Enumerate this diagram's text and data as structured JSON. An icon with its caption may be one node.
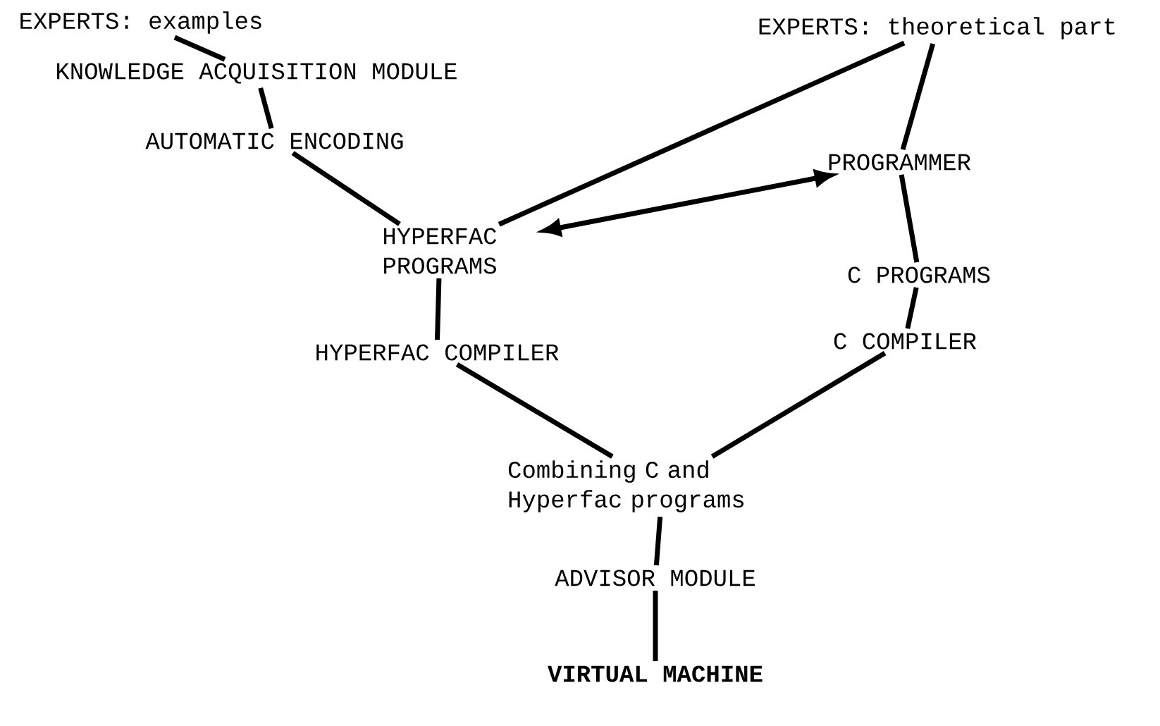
{
  "diagram": {
    "nodes": [
      {
        "text": [
          "EXPERTS: examples"
        ]
      },
      {
        "text": [
          "KNOWLEDGE ACQUISITION MODULE"
        ]
      },
      {
        "text": [
          "AUTOMATIC ENCODING"
        ]
      },
      {
        "text": [
          "EXPERTS: theoretical part"
        ]
      },
      {
        "text": [
          "PROGRAMMER"
        ]
      },
      {
        "text": [
          "HYPERFAC PROGRAMS"
        ]
      },
      {
        "text": [
          "C PROGRAMS"
        ]
      },
      {
        "text": [
          "HYPERFAC COMPILER"
        ]
      },
      {
        "text": [
          "C COMPILER"
        ]
      },
      {
        "text": [
          "Combining C and Hyperfac programs"
        ]
      },
      {
        "text": [
          "ADVISOR MODULE"
        ]
      },
      {
        "text": [
          "VIRTUAL MACHINE"
        ]
      }
    ],
    "edges": [
      {
        "from": 0,
        "to": 1,
        "arrow": "none"
      },
      {
        "from": 1,
        "to": 2,
        "arrow": "none"
      },
      {
        "from": 2,
        "to": 5,
        "arrow": "none"
      },
      {
        "from": 3,
        "to": 5,
        "arrow": "none"
      },
      {
        "from": 4,
        "to": 5,
        "arrow": "both"
      },
      {
        "from": 3,
        "to": 4,
        "arrow": "none"
      },
      {
        "from": 4,
        "to": 6,
        "arrow": "none"
      },
      {
        "from": 6,
        "to": 8,
        "arrow": "none"
      },
      {
        "from": 5,
        "to": 7,
        "arrow": "none"
      },
      {
        "from": 7,
        "to": 9,
        "arrow": "none"
      },
      {
        "from": 8,
        "to": 9,
        "arrow": "none"
      },
      {
        "from": 9,
        "to": 10,
        "arrow": "none"
      },
      {
        "from": 10,
        "to": 11,
        "arrow": "none"
      }
    ]
  }
}
